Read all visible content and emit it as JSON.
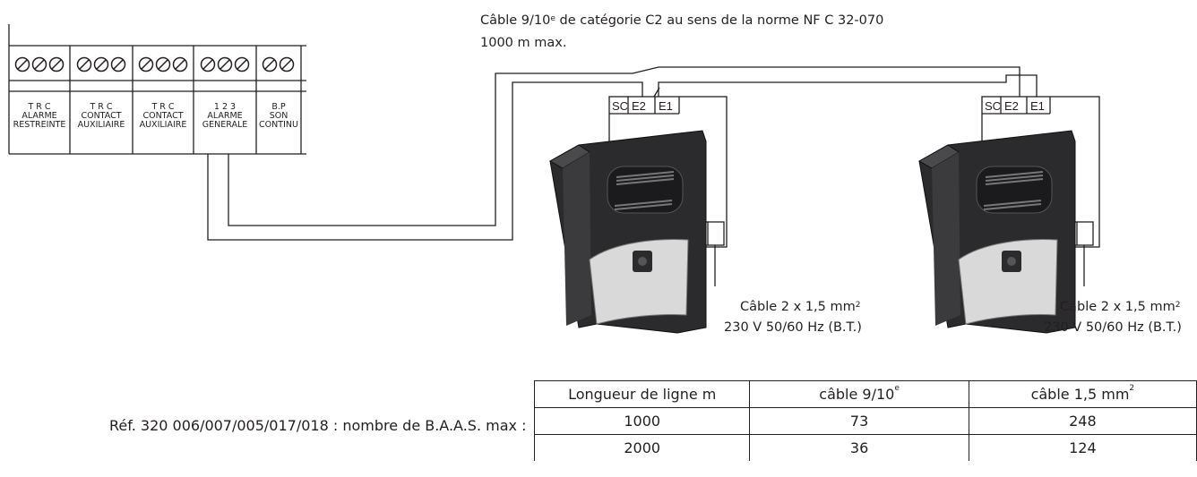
{
  "cable_note": {
    "title_pre": "Câble 9/10",
    "title_sup": "e",
    "title_post": " de catégorie C2 au sens de la norme NF C 32-070",
    "max_length": "1000 m max."
  },
  "terminal_block": {
    "groups": [
      {
        "pins": "T  R  C",
        "line1": "ALARME",
        "line2": "RESTREINTE"
      },
      {
        "pins": "T  R  C",
        "line1": "CONTACT",
        "line2": "AUXILIAIRE"
      },
      {
        "pins": "T  R  C",
        "line1": "CONTACT",
        "line2": "AUXILIAIRE"
      },
      {
        "pins": "1  2  3",
        "line1": "ALARME",
        "line2": "GENERALE"
      },
      {
        "pins": "B.P",
        "line1": "SON",
        "line2": "CONTINU"
      }
    ]
  },
  "devices": [
    {
      "terminals": [
        "SC",
        "E2",
        "E1"
      ],
      "power_cable_pre": "Câble 2 x 1,5 mm",
      "power_cable_sup": "2",
      "power_spec": "230 V  50/60 Hz (B.T.)"
    },
    {
      "terminals": [
        "SC",
        "E2",
        "E1"
      ],
      "power_cable_pre": "Câble 2 x 1,5 mm",
      "power_cable_sup": "2",
      "power_spec": "230 V  50/60 Hz (B.T.)"
    }
  ],
  "reference_label": "Réf. 320 006/007/005/017/018 : nombre de B.A.A.S. max :",
  "table": {
    "headers": [
      {
        "text": "Longueur de ligne  m",
        "sup": ""
      },
      {
        "text": "câble 9/10",
        "sup": "e"
      },
      {
        "text": "câble 1,5 mm",
        "sup": "2"
      }
    ],
    "rows": [
      [
        "1000",
        "73",
        "248"
      ],
      [
        "2000",
        "36",
        "124"
      ]
    ]
  },
  "colors": {
    "ink": "#231f20",
    "device_body": "#2b2a2c",
    "device_panel": "#d9d9da"
  }
}
